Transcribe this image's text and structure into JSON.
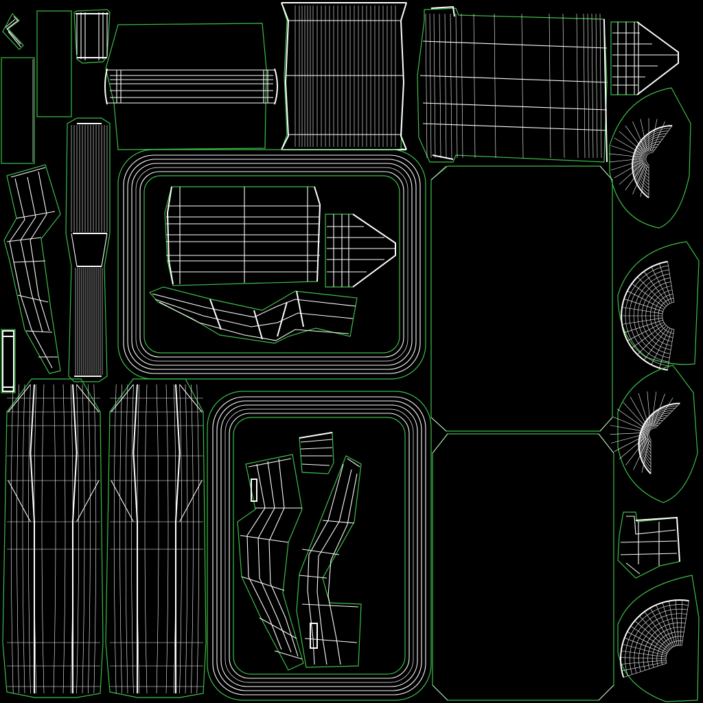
{
  "canvas": {
    "background": "#000000",
    "seam_color": "#3ec04a",
    "edge_color": "#ffffff"
  },
  "islands": [
    {
      "id": "elbow-small-top-left"
    },
    {
      "id": "strip-left"
    },
    {
      "id": "strip-left-2"
    },
    {
      "id": "collar-top"
    },
    {
      "id": "capsule-top"
    },
    {
      "id": "cylinder-ribbed-top"
    },
    {
      "id": "cylinder-large-top-right"
    },
    {
      "id": "cone-cap-top-right"
    },
    {
      "id": "fan-disc-right-1"
    },
    {
      "id": "pipe-long-vertical"
    },
    {
      "id": "bent-tube-left"
    },
    {
      "id": "small-tab-left"
    },
    {
      "id": "rounded-frame-upper"
    },
    {
      "id": "cylinder-inner"
    },
    {
      "id": "cone-inner"
    },
    {
      "id": "bent-tube-inner"
    },
    {
      "id": "panel-black-upper"
    },
    {
      "id": "fan-disc-right-2"
    },
    {
      "id": "fan-disc-right-3"
    },
    {
      "id": "panel-black-lower"
    },
    {
      "id": "bracket-small-right"
    },
    {
      "id": "fan-disc-right-4"
    },
    {
      "id": "leg-guard-left"
    },
    {
      "id": "leg-guard-right"
    },
    {
      "id": "rounded-frame-lower"
    },
    {
      "id": "clip-inner-lower"
    },
    {
      "id": "bent-tube-lower-a"
    },
    {
      "id": "bent-tube-lower-b"
    }
  ]
}
